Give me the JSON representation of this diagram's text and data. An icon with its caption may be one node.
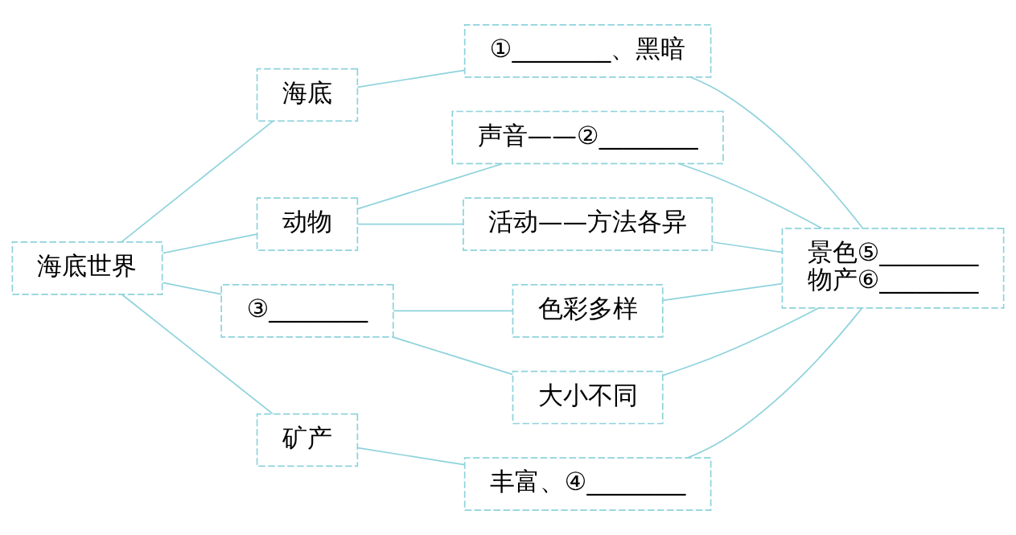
{
  "diagram": {
    "nodes": [
      {
        "text": [
          "海底世界"
        ]
      },
      {
        "text": [
          "海底"
        ]
      },
      {
        "text": [
          "①________、黑暗"
        ]
      },
      {
        "text": [
          "动物"
        ]
      },
      {
        "text": [
          "声音——②________"
        ]
      },
      {
        "text": [
          "活动——方法各异"
        ]
      },
      {
        "text": [
          "③________"
        ]
      },
      {
        "text": [
          "色彩多样"
        ]
      },
      {
        "text": [
          "大小不同"
        ]
      },
      {
        "text": [
          "矿产"
        ]
      },
      {
        "text": [
          "丰富、④________"
        ]
      },
      {
        "text": [
          "景色⑤________",
          "物产⑥________"
        ]
      }
    ],
    "edges": [
      {
        "from": 0,
        "to": 1,
        "arrow": "none"
      },
      {
        "from": 0,
        "to": 3,
        "arrow": "none"
      },
      {
        "from": 0,
        "to": 6,
        "arrow": "none"
      },
      {
        "from": 0,
        "to": 9,
        "arrow": "none"
      },
      {
        "from": 1,
        "to": 2,
        "arrow": "none"
      },
      {
        "from": 3,
        "to": 4,
        "arrow": "none"
      },
      {
        "from": 3,
        "to": 5,
        "arrow": "none"
      },
      {
        "from": 6,
        "to": 7,
        "arrow": "none"
      },
      {
        "from": 6,
        "to": 8,
        "arrow": "none"
      },
      {
        "from": 9,
        "to": 10,
        "arrow": "none"
      },
      {
        "from": 2,
        "to": 11,
        "arrow": "none"
      },
      {
        "from": 4,
        "to": 11,
        "arrow": "none"
      },
      {
        "from": 5,
        "to": 11,
        "arrow": "none"
      },
      {
        "from": 7,
        "to": 11,
        "arrow": "none"
      },
      {
        "from": 8,
        "to": 11,
        "arrow": "none"
      },
      {
        "from": 10,
        "to": 11,
        "arrow": "none"
      }
    ]
  }
}
